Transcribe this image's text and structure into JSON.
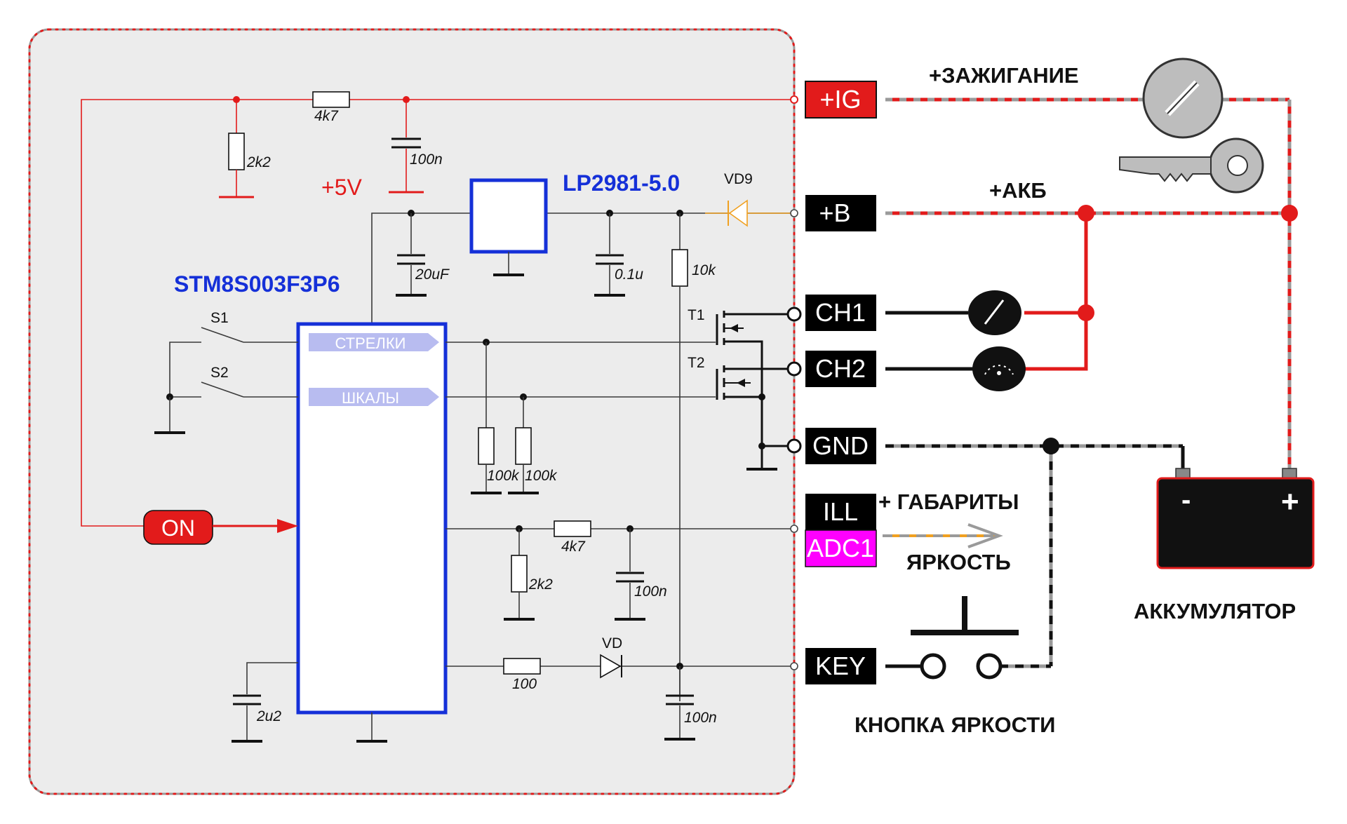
{
  "labels": {
    "plus5v": "+5V",
    "regulator": "LP2981-5.0",
    "mcu": "STM8S003F3P6",
    "diode_vd9": "VD9",
    "diode_vd": "VD",
    "s1": "S1",
    "s2": "S2",
    "t1": "T1",
    "t2": "T2",
    "arrows_in": "СТРЕЛКИ",
    "scales_in": "ШКАЛЫ",
    "on_button": "ON",
    "ignition": "+ЗАЖИГАНИЕ",
    "battery_plus": "+АКБ",
    "markers": "+ ГАБАРИТЫ",
    "brightness": "ЯРКОСТЬ",
    "accumulator": "АККУМУЛЯТОР",
    "brightness_button": "КНОПКА ЯРКОСТИ",
    "batt_minus": "-",
    "batt_plus": "+"
  },
  "components": {
    "r_4k7_top": "4k7",
    "r_2k2_top": "2k2",
    "c_100n_top": "100n",
    "c_20uf": "20uF",
    "c_01u": "0.1u",
    "r_10k": "10k",
    "r_100k_a": "100k",
    "r_100k_b": "100k",
    "r_4k7_mid": "4k7",
    "r_2k2_mid": "2k2",
    "c_100n_mid": "100n",
    "r_100": "100",
    "c_100n_bot": "100n",
    "c_2u2": "2u2"
  },
  "pins": {
    "ig": "+IG",
    "b": "+B",
    "ch1": "CH1",
    "ch2": "CH2",
    "gnd": "GND",
    "ill": "ILL",
    "adc1": "ADC1",
    "key": "KEY"
  },
  "colors": {
    "board_fill": "#ececec",
    "board_border": "#e21b1b",
    "wire_red": "#e21b1b",
    "mcu_blue": "#1530d8",
    "arrow_label_fill": "#b8bcf0",
    "adc1_fill": "#ff00ff",
    "diode_orange": "#f0a020",
    "ig_pin_fill": "#e21b1b"
  },
  "icons": [
    "ignition-lock-icon",
    "key-icon",
    "gauge-needle-icon",
    "gauge-scale-icon",
    "car-battery-icon",
    "push-button-icon"
  ]
}
